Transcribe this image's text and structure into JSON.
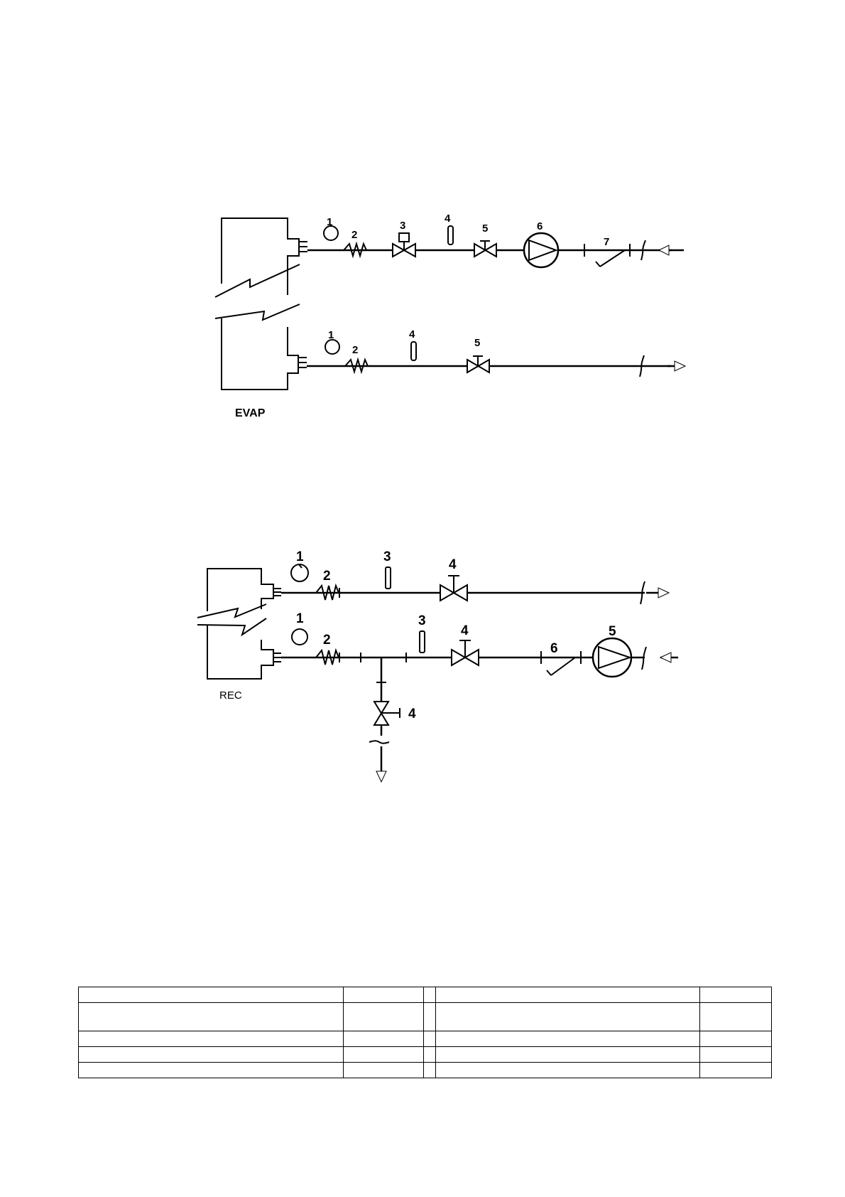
{
  "evap_diagram": {
    "unit_label": "EVAP",
    "supply_line_labels": [
      "1",
      "2",
      "3",
      "4",
      "5",
      "6",
      "7"
    ],
    "return_line_labels": [
      "1",
      "2",
      "4",
      "5"
    ]
  },
  "rec_diagram": {
    "unit_label": "REC",
    "outlet_line_labels": [
      "1",
      "2",
      "3",
      "4"
    ],
    "inlet_line_labels": [
      "1",
      "2",
      "3",
      "4",
      "6",
      "5"
    ],
    "drain_label": "4"
  },
  "table": {
    "rows": [
      [
        "",
        "",
        "",
        "",
        ""
      ],
      [
        "",
        "",
        "",
        "",
        ""
      ],
      [
        "",
        "",
        "",
        "",
        ""
      ],
      [
        "",
        "",
        "",
        "",
        ""
      ],
      [
        "",
        "",
        "",
        "",
        ""
      ]
    ]
  }
}
